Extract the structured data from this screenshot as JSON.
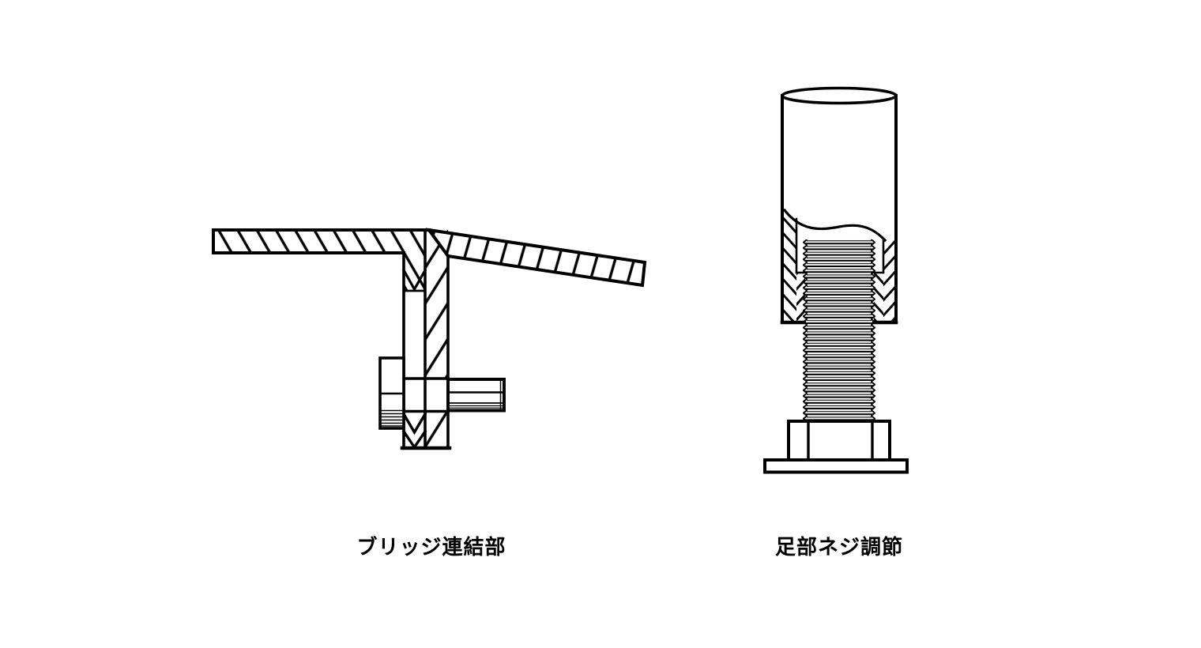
{
  "diagram": {
    "background_color": "#ffffff",
    "stroke_color": "#000000",
    "figures": [
      {
        "id": "bridge-connection",
        "caption": "ブリッジ連結部"
      },
      {
        "id": "foot-screw-adjuster",
        "caption": "足部ネジ調節"
      }
    ]
  }
}
